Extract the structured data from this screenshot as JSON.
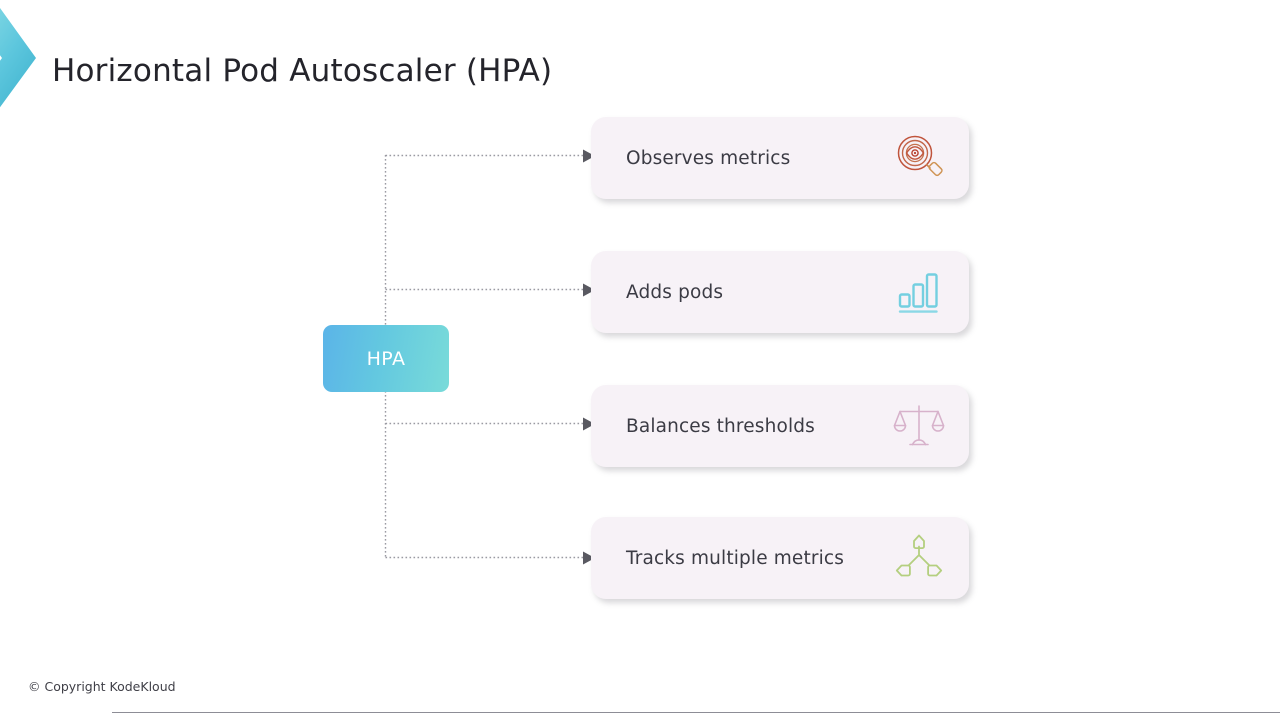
{
  "brand": {
    "chevron_icon": "chevron-right-logo",
    "colors": {
      "chevron_light": "#7fd8e3",
      "chevron_dark": "#3fb6cf"
    }
  },
  "header": {
    "title": "Horizontal Pod Autoscaler (HPA)"
  },
  "diagram": {
    "type": "hub-and-spoke",
    "hub": {
      "label": "HPA",
      "gradient_from": "#5bb4e8",
      "gradient_to": "#79dbd9",
      "text_color": "#ffffff"
    },
    "connector": {
      "style": "dotted",
      "color": "#9a9aa2",
      "arrowhead": "triangle-right"
    },
    "cards": [
      {
        "label": "Observes metrics",
        "icon": "magnifier-eye-icon",
        "icon_color": "#c4593f",
        "background": "#f7f2f7"
      },
      {
        "label": "Adds pods",
        "icon": "bar-chart-icon",
        "icon_color": "#74cfe0",
        "background": "#f7f2f7"
      },
      {
        "label": "Balances thresholds",
        "icon": "balance-scale-icon",
        "icon_color": "#d9b6cf",
        "background": "#f7f2f7"
      },
      {
        "label": "Tracks multiple metrics",
        "icon": "branch-nodes-icon",
        "icon_color": "#b4cf7f",
        "background": "#f7f2f7"
      }
    ]
  },
  "footer": {
    "copyright": "© Copyright KodeKloud"
  }
}
